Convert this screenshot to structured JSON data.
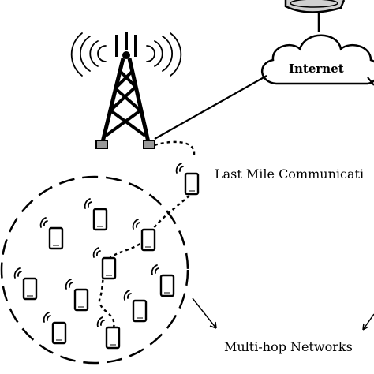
{
  "diagram": {
    "internet_label": "Internet",
    "last_mile_label": "Last Mile Communicati",
    "multihop_label": "Multi-hop Networks"
  },
  "icons": {
    "tower": "cell-tower-icon",
    "cloud": "cloud-icon",
    "server": "server-icon",
    "phone": "mobile-phone-icon",
    "signal": "signal-wave-icon"
  }
}
